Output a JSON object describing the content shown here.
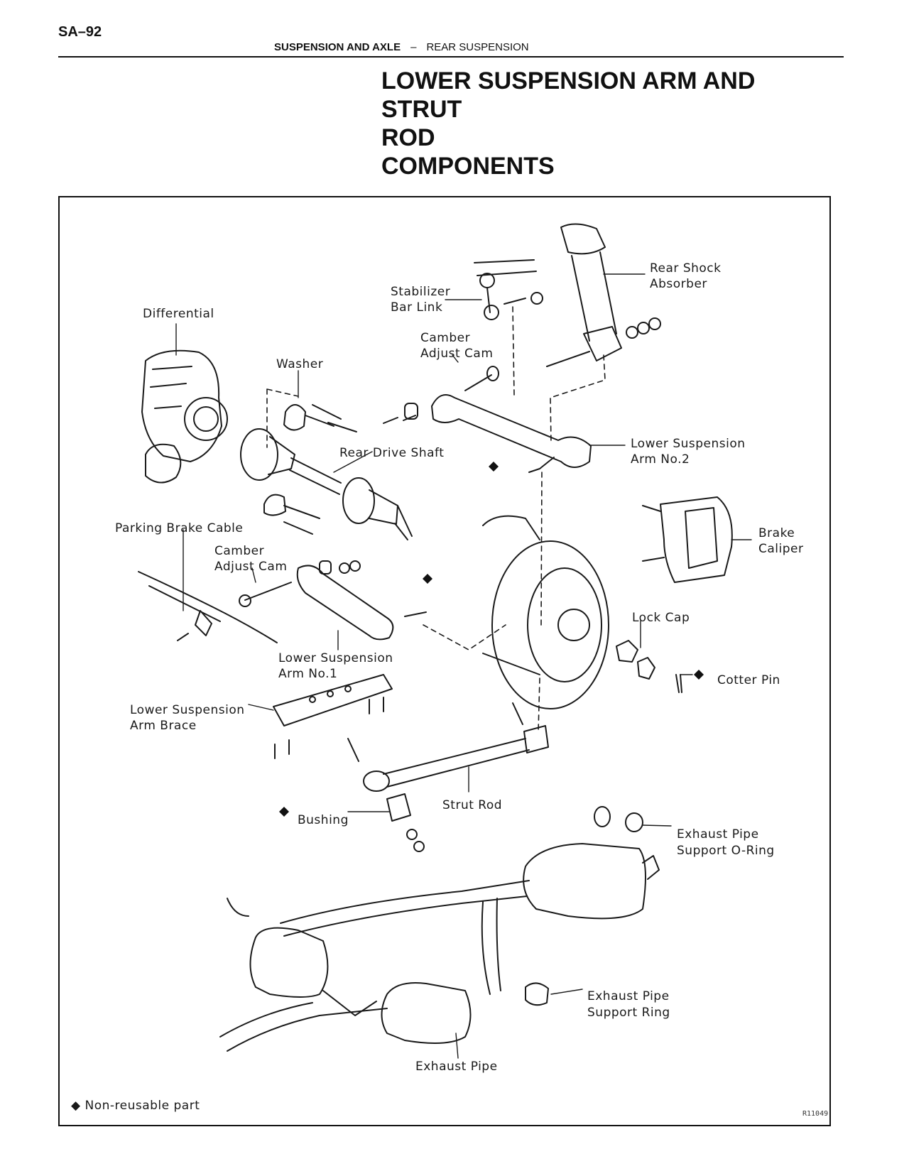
{
  "header": {
    "page_number": "SA–92",
    "section": "SUSPENSION AND AXLE",
    "separator": "–",
    "subsection": "REAR SUSPENSION"
  },
  "title": {
    "line1": "LOWER SUSPENSION ARM AND STRUT",
    "line2": "ROD",
    "line3": "COMPONENTS"
  },
  "figure": {
    "figure_id": "R11049",
    "legend_symbol": "◆",
    "legend_text": "Non-reusable part",
    "labels": {
      "differential": "Differential",
      "stabilizer_line1": "Stabilizer",
      "stabilizer_line2": "Bar Link",
      "camber_top_line1": "Camber",
      "camber_top_line2": "Adjust Cam",
      "rear_shock_line1": "Rear Shock",
      "rear_shock_line2": "Absorber",
      "washer": "Washer",
      "rear_drive_shaft": "Rear Drive Shaft",
      "lower_arm2_line1": "Lower Suspension",
      "lower_arm2_line2": "Arm No.2",
      "parking_brake_cable": "Parking Brake Cable",
      "camber_mid_line1": "Camber",
      "camber_mid_line2": "Adjust Cam",
      "brake_caliper_line1": "Brake",
      "brake_caliper_line2": "Caliper",
      "lock_cap": "Lock Cap",
      "cotter_pin": "Cotter Pin",
      "lower_arm1_line1": "Lower Suspension",
      "lower_arm1_line2": "Arm No.1",
      "arm_brace_line1": "Lower Suspension",
      "arm_brace_line2": "Arm Brace",
      "strut_rod": "Strut Rod",
      "bushing": "Bushing",
      "exhaust_oring_line1": "Exhaust Pipe",
      "exhaust_oring_line2": "Support O-Ring",
      "exhaust_ring_line1": "Exhaust Pipe",
      "exhaust_ring_line2": "Support Ring",
      "exhaust_pipe": "Exhaust Pipe"
    }
  }
}
